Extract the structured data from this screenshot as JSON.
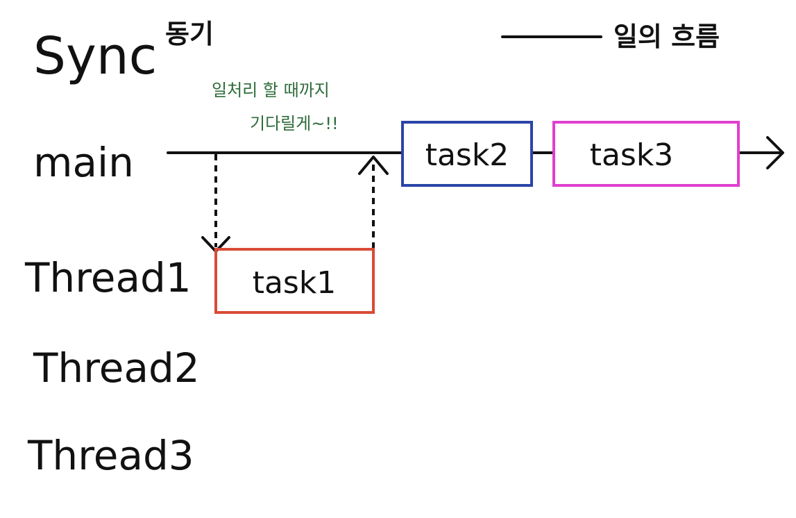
{
  "header": {
    "title": "Sync",
    "subtitle": "동기"
  },
  "legend": {
    "label": "일의 흐름",
    "color": "#111111"
  },
  "note": {
    "line1": "일처리 할 때까지",
    "line2": "기다릴게~!!",
    "color": "#2e6b3a"
  },
  "lanes": {
    "main": "main",
    "thread1": "Thread1",
    "thread2": "Thread2",
    "thread3": "Thread3"
  },
  "tasks": {
    "task1": {
      "label": "task1",
      "color": "#d94b36"
    },
    "task2": {
      "label": "task2",
      "color": "#2a45a8"
    },
    "task3": {
      "label": "task3",
      "color": "#e03fd0"
    }
  }
}
